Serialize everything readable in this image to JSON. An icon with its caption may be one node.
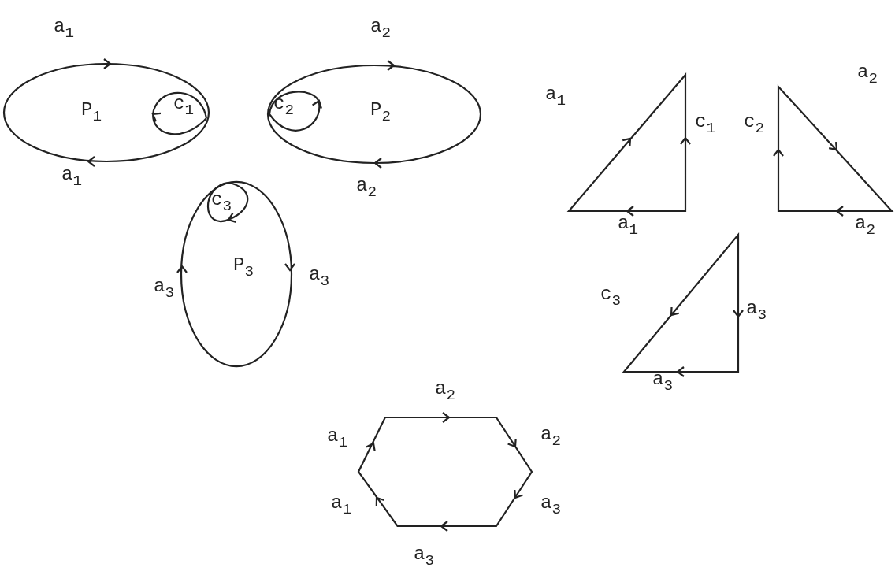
{
  "diagram": {
    "nodes": [
      {
        "text": [
          "P$_{1}$"
        ],
        "beside": [
          "a$_{1}$",
          "a$_{1}$"
        ]
      },
      {
        "text": [
          "c$_{1}$"
        ],
        "in": 0
      },
      {
        "text": [
          "P$_{2}$"
        ],
        "beside": [
          "a$_{2}$",
          "a$_{2}$"
        ]
      },
      {
        "text": [
          "c$_{2}$"
        ],
        "in": 2
      },
      {
        "text": [
          "P$_{3}$"
        ],
        "beside": [
          "a$_{3}$",
          "a$_{3}$"
        ]
      },
      {
        "text": [
          "c$_{3}$"
        ],
        "in": 4
      },
      {
        "text": [],
        "shape": "triangle",
        "beside": [
          "a$_{1}$",
          "c$_{1}$",
          "a$_{1}$"
        ]
      },
      {
        "text": [],
        "shape": "triangle",
        "beside": [
          "a$_{2}$",
          "c$_{2}$",
          "a$_{2}$"
        ]
      },
      {
        "text": [],
        "shape": "triangle",
        "beside": [
          "c$_{3}$",
          "a$_{3}$",
          "a$_{3}$"
        ]
      },
      {
        "text": [],
        "shape": "hexagon",
        "beside": [
          "a$_{2}$",
          "a$_{1}$",
          "a$_{2}$",
          "a$_{1}$",
          "a$_{3}$",
          "a$_{3}$"
        ]
      }
    ]
  }
}
